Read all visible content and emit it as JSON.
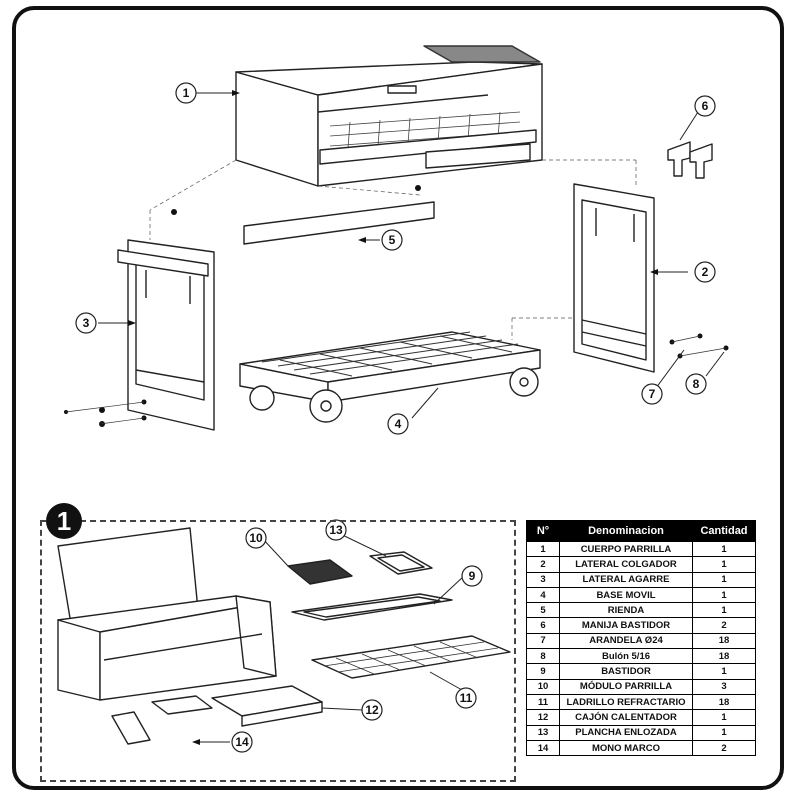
{
  "detail_marker": "1",
  "callouts": {
    "c1": "1",
    "c2": "2",
    "c3": "3",
    "c4": "4",
    "c5": "5",
    "c6": "6",
    "c7": "7",
    "c8": "8",
    "c9": "9",
    "c10": "10",
    "c11": "11",
    "c12": "12",
    "c13": "13",
    "c14": "14"
  },
  "parts_table": {
    "headers": {
      "num": "N°",
      "name": "Denominacion",
      "qty": "Cantidad"
    },
    "rows": [
      {
        "num": "1",
        "name": "CUERPO PARRILLA",
        "qty": "1"
      },
      {
        "num": "2",
        "name": "LATERAL COLGADOR",
        "qty": "1"
      },
      {
        "num": "3",
        "name": "LATERAL AGARRE",
        "qty": "1"
      },
      {
        "num": "4",
        "name": "BASE MOVIL",
        "qty": "1"
      },
      {
        "num": "5",
        "name": "RIENDA",
        "qty": "1"
      },
      {
        "num": "6",
        "name": "MANIJA BASTIDOR",
        "qty": "2"
      },
      {
        "num": "7",
        "name": "ARANDELA Ø24",
        "qty": "18"
      },
      {
        "num": "8",
        "name": "Bulón 5/16",
        "qty": "18"
      },
      {
        "num": "9",
        "name": "BASTIDOR",
        "qty": "1"
      },
      {
        "num": "10",
        "name": "MÓDULO PARRILLA",
        "qty": "3"
      },
      {
        "num": "11",
        "name": "LADRILLO REFRACTARIO",
        "qty": "18"
      },
      {
        "num": "12",
        "name": "CAJÓN CALENTADOR",
        "qty": "1"
      },
      {
        "num": "13",
        "name": "PLANCHA ENLOZADA",
        "qty": "1"
      },
      {
        "num": "14",
        "name": "MONO MARCO",
        "qty": "2"
      }
    ]
  }
}
